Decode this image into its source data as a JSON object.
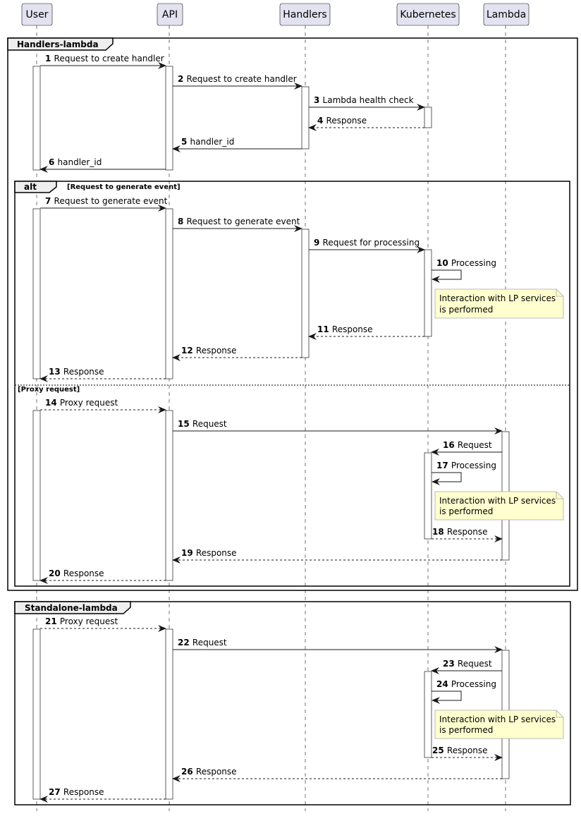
{
  "participants": [
    {
      "id": "user",
      "label": "User"
    },
    {
      "id": "api",
      "label": "API"
    },
    {
      "id": "handlers",
      "label": "Handlers"
    },
    {
      "id": "kubernetes",
      "label": "Kubernetes"
    },
    {
      "id": "lambda",
      "label": "Lambda"
    }
  ],
  "frames": [
    {
      "id": "handlers-lambda",
      "title": "Handlers-lambda"
    },
    {
      "id": "alt",
      "title": "alt",
      "guards": [
        "[Request to generate event]",
        "[Proxy request]"
      ]
    },
    {
      "id": "standalone-lambda",
      "title": "Standalone-lambda"
    }
  ],
  "messages": [
    {
      "num": "1",
      "text": "Request to create handler",
      "from": "user",
      "to": "api",
      "dashed": false
    },
    {
      "num": "2",
      "text": "Request to create handler",
      "from": "api",
      "to": "handlers",
      "dashed": false
    },
    {
      "num": "3",
      "text": "Lambda health check",
      "from": "handlers",
      "to": "kubernetes",
      "dashed": false
    },
    {
      "num": "4",
      "text": "Response",
      "from": "kubernetes",
      "to": "handlers",
      "dashed": true
    },
    {
      "num": "5",
      "text": "handler_id",
      "from": "handlers",
      "to": "api",
      "dashed": false
    },
    {
      "num": "6",
      "text": "handler_id",
      "from": "api",
      "to": "user",
      "dashed": false
    },
    {
      "num": "7",
      "text": "Request to generate event",
      "from": "user",
      "to": "api",
      "dashed": false
    },
    {
      "num": "8",
      "text": "Request to generate event",
      "from": "api",
      "to": "handlers",
      "dashed": false
    },
    {
      "num": "9",
      "text": "Request for processing",
      "from": "handlers",
      "to": "kubernetes",
      "dashed": false
    },
    {
      "num": "10",
      "text": "Processing",
      "from": "kubernetes",
      "to": "kubernetes",
      "dashed": false
    },
    {
      "num": "11",
      "text": "Response",
      "from": "kubernetes",
      "to": "handlers",
      "dashed": true
    },
    {
      "num": "12",
      "text": "Response",
      "from": "handlers",
      "to": "api",
      "dashed": true
    },
    {
      "num": "13",
      "text": "Response",
      "from": "api",
      "to": "user",
      "dashed": true
    },
    {
      "num": "14",
      "text": "Proxy request",
      "from": "user",
      "to": "api",
      "dashed": true
    },
    {
      "num": "15",
      "text": "Request",
      "from": "api",
      "to": "lambda",
      "dashed": false
    },
    {
      "num": "16",
      "text": "Request",
      "from": "lambda",
      "to": "kubernetes",
      "dashed": false
    },
    {
      "num": "17",
      "text": "Processing",
      "from": "kubernetes",
      "to": "kubernetes",
      "dashed": false
    },
    {
      "num": "18",
      "text": "Response",
      "from": "kubernetes",
      "to": "lambda",
      "dashed": true
    },
    {
      "num": "19",
      "text": "Response",
      "from": "lambda",
      "to": "api",
      "dashed": true
    },
    {
      "num": "20",
      "text": "Response",
      "from": "api",
      "to": "user",
      "dashed": true
    },
    {
      "num": "21",
      "text": "Proxy request",
      "from": "user",
      "to": "api",
      "dashed": true
    },
    {
      "num": "22",
      "text": "Request",
      "from": "api",
      "to": "lambda",
      "dashed": false
    },
    {
      "num": "23",
      "text": "Request",
      "from": "lambda",
      "to": "kubernetes",
      "dashed": false
    },
    {
      "num": "24",
      "text": "Processing",
      "from": "kubernetes",
      "to": "kubernetes",
      "dashed": false
    },
    {
      "num": "25",
      "text": "Response",
      "from": "kubernetes",
      "to": "lambda",
      "dashed": true
    },
    {
      "num": "26",
      "text": "Response",
      "from": "lambda",
      "to": "api",
      "dashed": true
    },
    {
      "num": "27",
      "text": "Response",
      "from": "api",
      "to": "user",
      "dashed": true
    }
  ],
  "notes": [
    {
      "line1": "Interaction with LP services",
      "line2": "is performed"
    },
    {
      "line1": "Interaction with LP services",
      "line2": "is performed"
    },
    {
      "line1": "Interaction with LP services",
      "line2": "is performed"
    }
  ],
  "colors": {
    "participant_fill": "#e2e2f0",
    "participant_border": "#181818",
    "note_fill": "#fefece",
    "note_border": "#a8a8a8",
    "frame_header_fill": "#eeeeee"
  }
}
